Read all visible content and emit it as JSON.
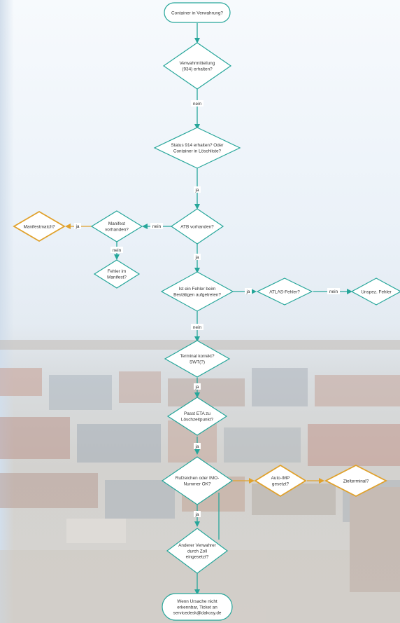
{
  "flowchart": {
    "nodes": {
      "start": [
        "Container in Verwahrung?"
      ],
      "d_verwahr": [
        "Verwahrmitteilung",
        "(934)  erhalten?"
      ],
      "d_status914": [
        "Status 914 erhalten? Oder",
        "Container in Löschliste?"
      ],
      "d_atb": [
        "ATB vorhanden?"
      ],
      "d_manifest": [
        "Manifest",
        "vorhanden?"
      ],
      "d_manifestmatch": [
        "Manifestmatch?"
      ],
      "r_fehler_manifest": [
        "Fehler im",
        "Manifest?"
      ],
      "d_fehler_best": [
        "Ist ein Fehler beim",
        "Bestätigen aufgetreten?"
      ],
      "d_atlas": [
        "ATLAS-Fehler?"
      ],
      "r_unspez": [
        "Unspez. Fehler"
      ],
      "d_terminal": [
        "Terminal korrekt?",
        "SWT(?)"
      ],
      "d_eta": [
        "Passt ETA zu",
        "Löschzeitpunkt?"
      ],
      "d_rufzeichen": [
        "Rufzeichen oder IMO-",
        "Nummer OK?"
      ],
      "d_autoimp": [
        "Auto-IMP",
        "gesetzt?"
      ],
      "d_zielterminal": [
        "Zielterminal?"
      ],
      "d_verwahrer": [
        "Anderer Verwahrer",
        "durch Zoll",
        "eingesetzt?"
      ],
      "end": [
        "Wenn Ursache nicht",
        "erkennbar, Ticket an",
        "servicedesk@dakosy.de"
      ]
    },
    "edge_labels": {
      "verwahr_nein": "nein",
      "status_ja": "ja",
      "atb_nein": "nein",
      "manifest_ja": "ja",
      "manifest_nein": "nein",
      "atb_ja": "ja",
      "fehler_ja": "ja",
      "atlas_nein": "nein",
      "fehler_nein": "nein",
      "terminal_ja": "ja",
      "eta_ja": "ja",
      "ruf_ja": "ja"
    }
  },
  "colors": {
    "teal": "#26a69a",
    "orange": "#e0a12b",
    "node_fill": "#ffffff",
    "text": "#333333"
  }
}
